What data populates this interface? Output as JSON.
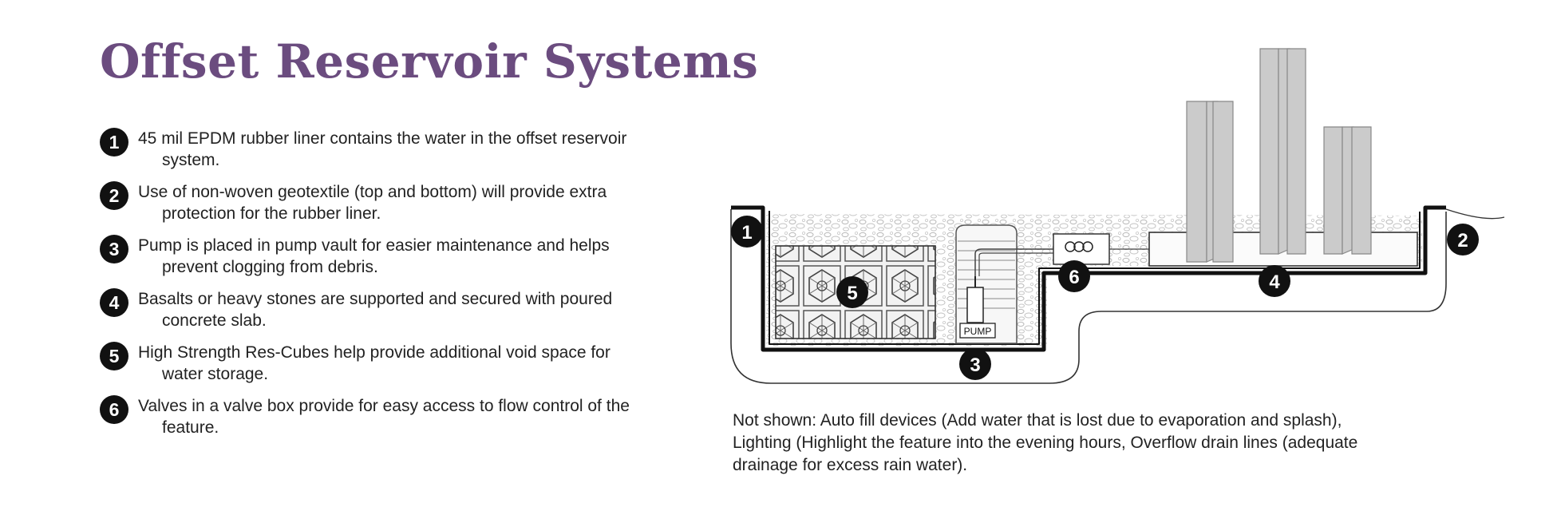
{
  "title": "Offset Reservoir Systems",
  "colors": {
    "title": "#6b4c7f",
    "callout": "#111111",
    "stone": "#c8c8c8",
    "liner": "#111111"
  },
  "legend": [
    {
      "num": "1",
      "line1": "45 mil EPDM rubber liner contains the water in the offset reservoir",
      "line2": "system."
    },
    {
      "num": "2",
      "line1": "Use of non-woven geotextile (top and bottom) will provide extra",
      "line2": "protection for the rubber liner."
    },
    {
      "num": "3",
      "line1": "Pump is placed in pump vault for easier maintenance and helps",
      "line2": "prevent clogging from debris."
    },
    {
      "num": "4",
      "line1": "Basalts or heavy stones are supported and secured with poured",
      "line2": "concrete slab."
    },
    {
      "num": "5",
      "line1": "High Strength Res-Cubes help provide additional void space for",
      "line2": "water storage."
    },
    {
      "num": "6",
      "line1": "Valves in a valve box provide for easy access to flow control of the",
      "line2": "feature."
    }
  ],
  "diagram": {
    "pump_label": "PUMP",
    "callouts": [
      "1",
      "2",
      "3",
      "4",
      "5",
      "6"
    ]
  },
  "note": {
    "line1": "Not shown: Auto fill devices  (Add water that is lost due to evaporation and splash),",
    "line2": "Lighting (Highlight the feature into the evening hours, Overflow drain lines (adequate",
    "line3": "drainage for excess rain water)."
  }
}
